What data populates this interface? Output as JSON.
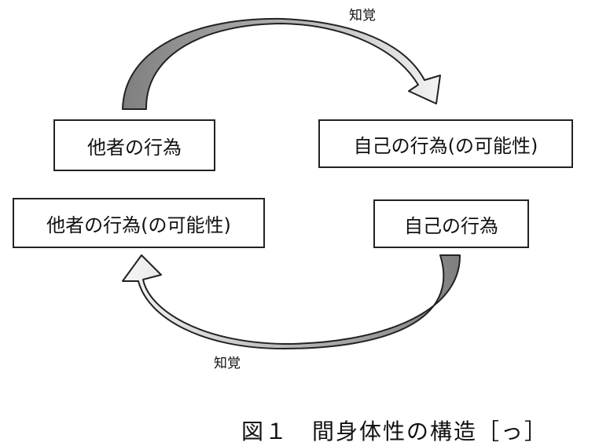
{
  "boxes": {
    "other_action": "他者の行為",
    "self_action_possibility": "自己の行為(の可能性)",
    "other_action_possibility": "他者の行為(の可能性)",
    "self_action": "自己の行為"
  },
  "arrows": {
    "top_label": "知覚",
    "bottom_label": "知覚"
  },
  "caption": "図１　間身体性の構造［っ］"
}
